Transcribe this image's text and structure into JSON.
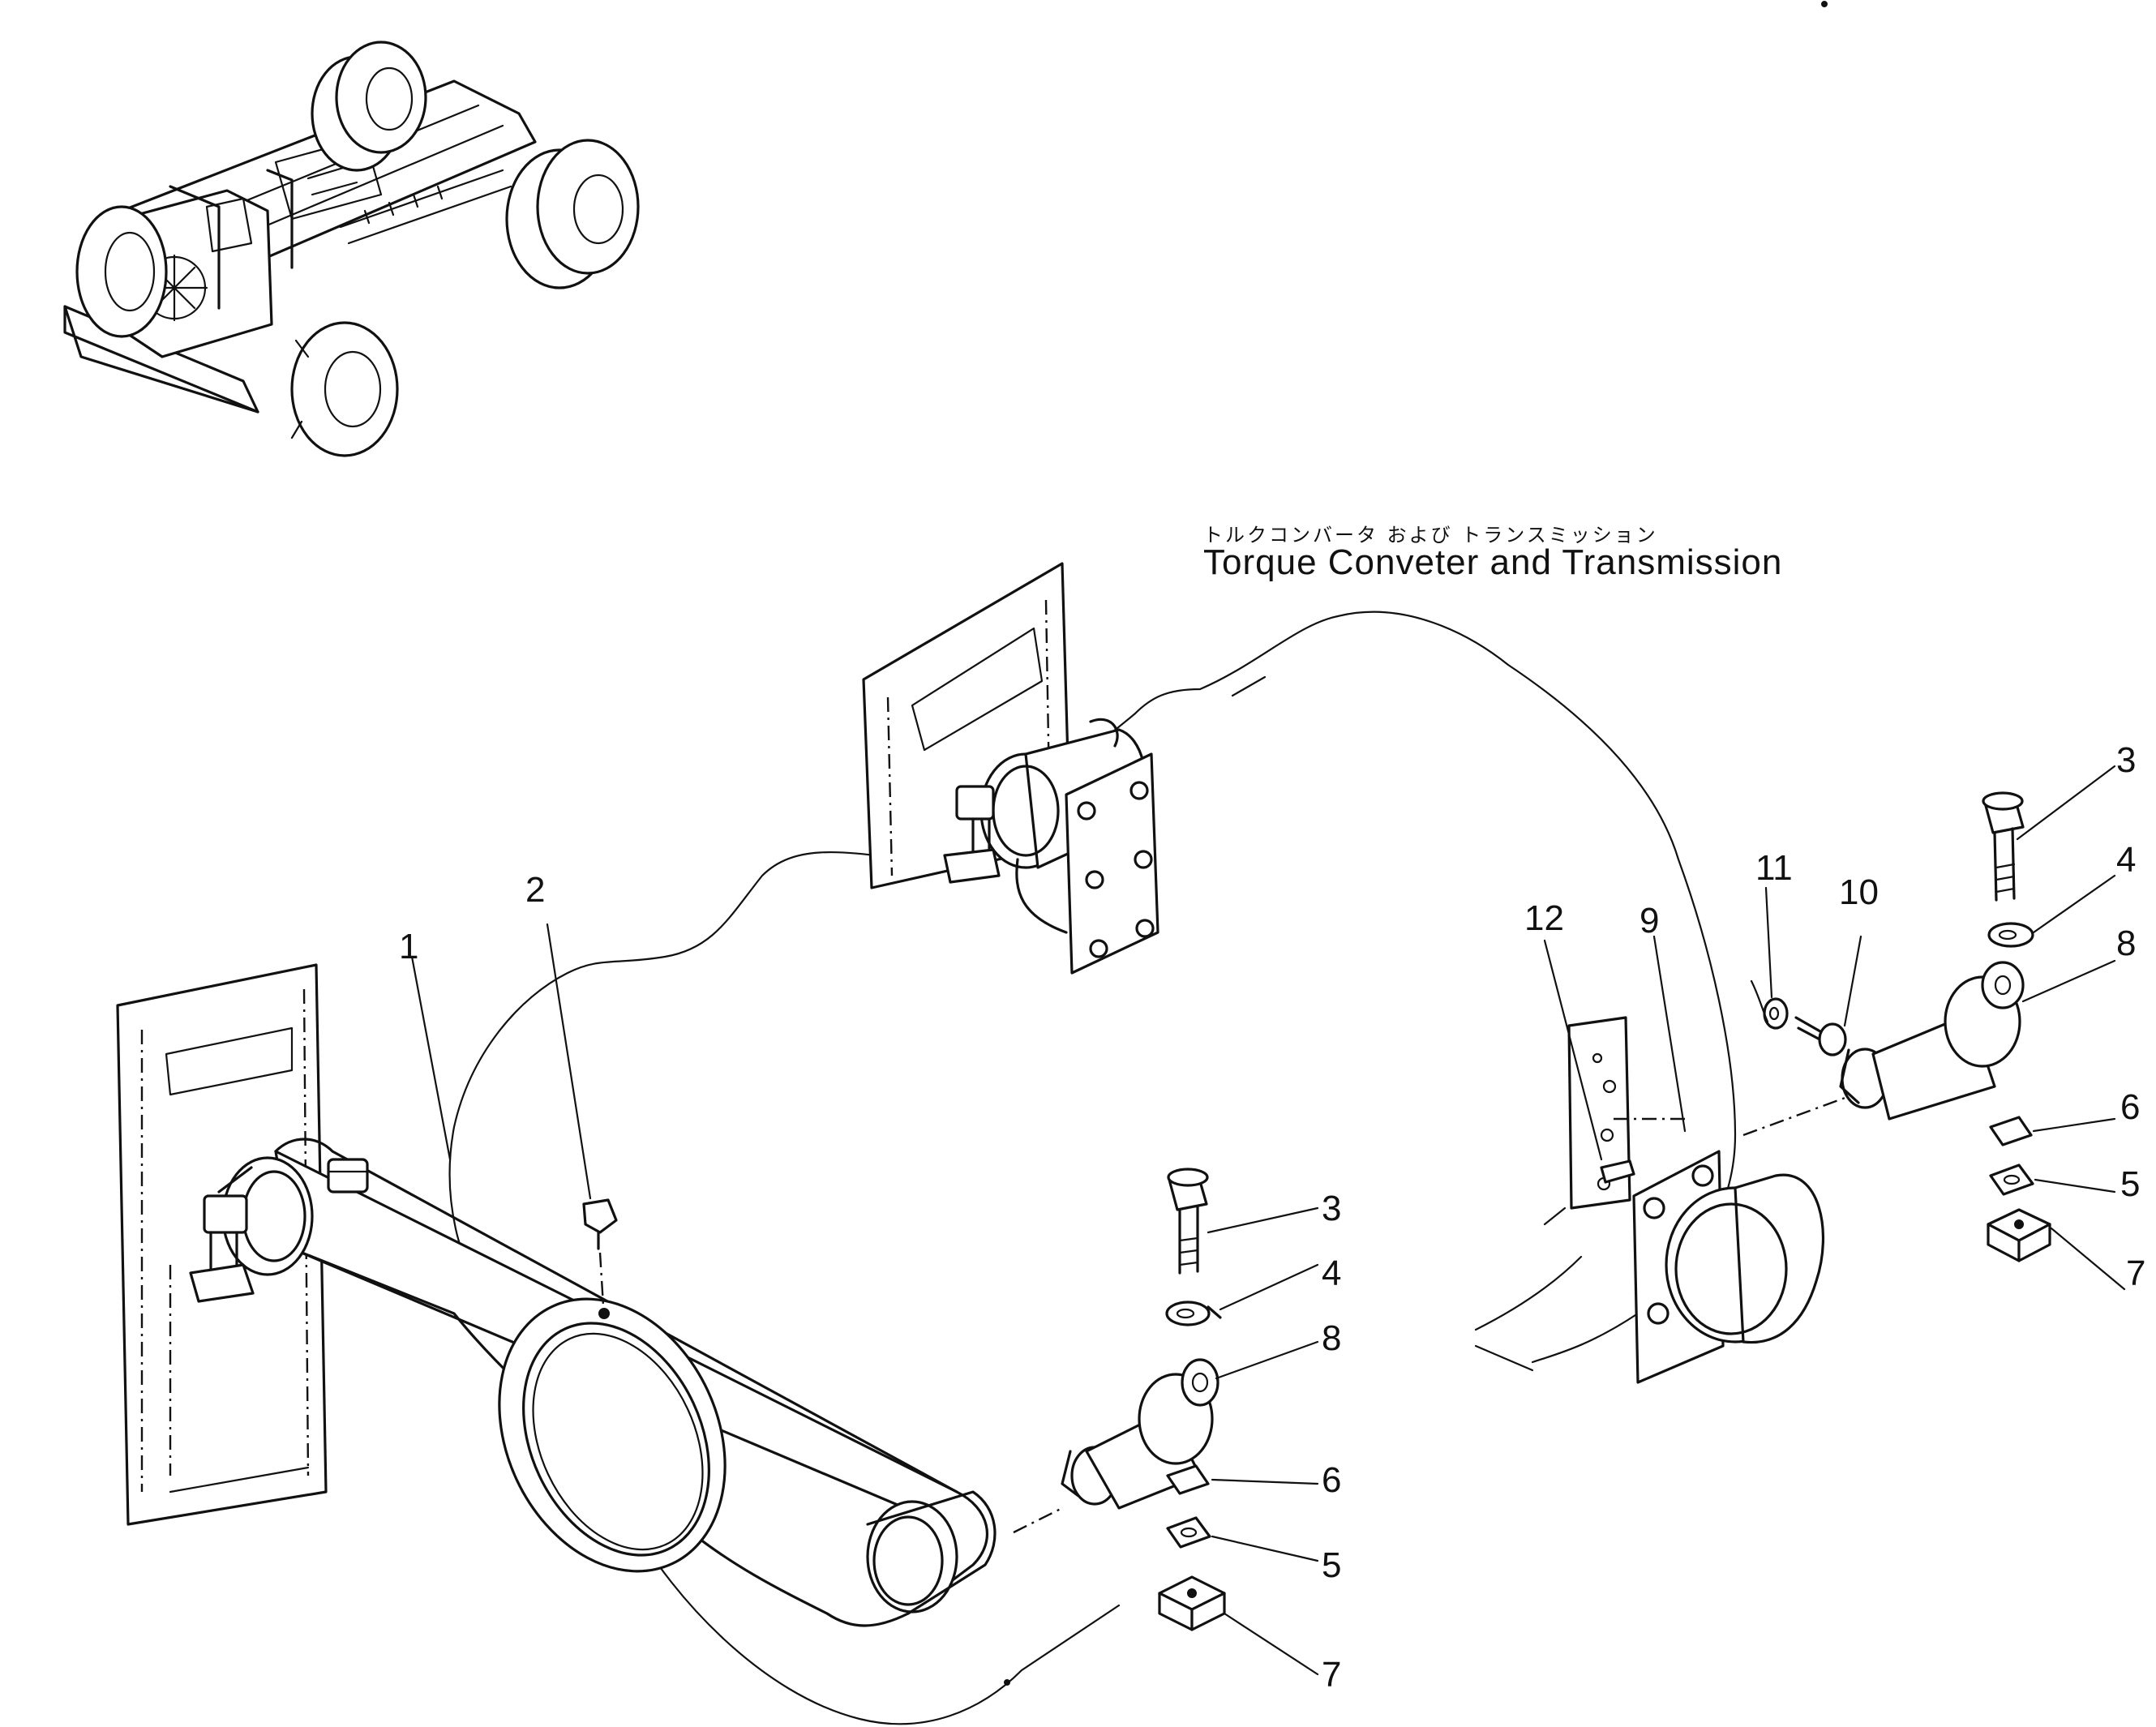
{
  "caption": {
    "jp": "トルクコンバータ および トランスミッション",
    "en": "Torque Conveter and Transmission"
  },
  "callouts_left": {
    "c1": "1",
    "c2": "2",
    "c3": "3",
    "c4": "4",
    "c5": "5",
    "c6": "6",
    "c7": "7",
    "c8": "8"
  },
  "callouts_right": {
    "c3": "3",
    "c4": "4",
    "c5": "5",
    "c6": "6",
    "c7": "7",
    "c8": "8",
    "c9": "9",
    "c10": "10",
    "c11": "11",
    "c12": "12"
  }
}
